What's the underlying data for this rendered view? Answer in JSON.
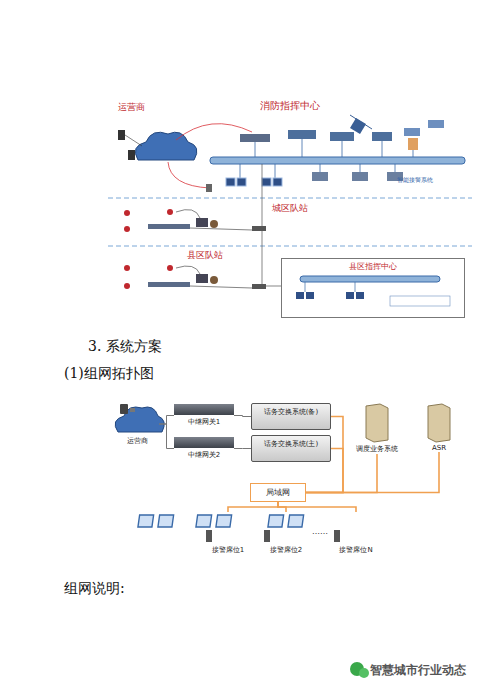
{
  "diagram": {
    "nodes": [
      {
        "text": [
          "县区指挥中心"
        ]
      },
      {
        "text": [
          "运营商"
        ]
      },
      {
        "text": [
          "中继网关1"
        ]
      },
      {
        "text": [
          "中继网关2"
        ]
      },
      {
        "text": [
          "话务交换系统(备)"
        ]
      },
      {
        "text": [
          "话务交换系统(主)"
        ]
      },
      {
        "text": [
          "调度业务系统"
        ]
      },
      {
        "text": [
          "ASR"
        ]
      },
      {
        "text": [
          "局域网"
        ]
      },
      {
        "text": [
          "接警席位1"
        ]
      },
      {
        "text": [
          "接警席位2"
        ]
      },
      {
        "text": [
          "接警席位N"
        ]
      }
    ],
    "edges": [
      {
        "from": 1,
        "to": 2,
        "arrow": "none"
      },
      {
        "from": 1,
        "to": 3,
        "arrow": "none"
      },
      {
        "from": 2,
        "to": 4,
        "arrow": "none"
      },
      {
        "from": 3,
        "to": 5,
        "arrow": "none"
      },
      {
        "from": 4,
        "to": 8,
        "arrow": "none"
      },
      {
        "from": 5,
        "to": 8,
        "arrow": "none"
      },
      {
        "from": 6,
        "to": 8,
        "arrow": "none"
      },
      {
        "from": 7,
        "to": 8,
        "arrow": "none"
      },
      {
        "from": 8,
        "to": 9,
        "arrow": "none"
      },
      {
        "from": 8,
        "to": 10,
        "arrow": "none"
      },
      {
        "from": 8,
        "to": 11,
        "arrow": "none"
      }
    ],
    "labels": [
      "运营商",
      "消防指挥中心",
      "城区队站",
      "县区队站",
      "智能接警系统",
      "3. 系统方案",
      "(1)组网拓扑图",
      "……",
      "组网说明:",
      "智慧城市行业动态"
    ]
  }
}
